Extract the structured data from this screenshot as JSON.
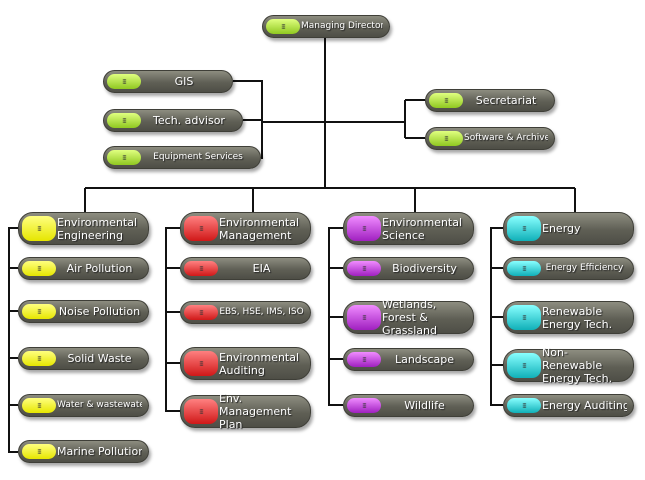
{
  "top": {
    "md": "Managing Director",
    "gis": "GIS",
    "tech": "Tech. advisor",
    "equip": "Equipment Services",
    "sec": "Secretariat",
    "soft": "Software & Archive"
  },
  "columns": [
    {
      "color": "#e6e600",
      "items": [
        "Environmental Engineering",
        "Air Pollution",
        "Noise Pollution",
        "Solid Waste",
        "Water & wastewater",
        "Marine Pollution"
      ]
    },
    {
      "color": "#d01818",
      "items": [
        "Environmental Management",
        "EIA",
        "EBS, HSE, IMS, ISO",
        "Environmental Auditing",
        "Env. Management Plan"
      ]
    },
    {
      "color": "#a020c0",
      "items": [
        "Environmental Science",
        "Biodiversity",
        "Wetlands, Forest & Grassland",
        "Landscape",
        "Wildlife"
      ]
    },
    {
      "color": "#10b0b8",
      "items": [
        "Energy",
        "Energy Efficiency",
        "Renewable Energy Tech.",
        "Non-Renewable Energy Tech.",
        "Energy Auditing"
      ]
    }
  ],
  "icon": "grid-icon"
}
